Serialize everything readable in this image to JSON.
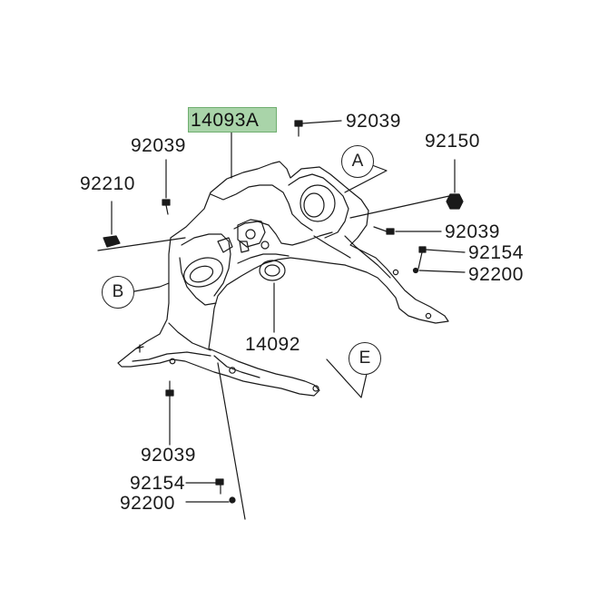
{
  "diagram": {
    "highlight_color": "#a9d4a9",
    "line_color": "#1a1a1a",
    "part_labels": {
      "main_part": "14093A",
      "bolt_top_right": "92039",
      "bolt_top_left": "92039",
      "nut_right": "92150",
      "clip_left": "92210",
      "bolt_right": "92039",
      "stud_right": "92154",
      "washer_right": "92200",
      "grommet": "14092",
      "bolt_bottom": "92039",
      "stud_bottom": "92154",
      "washer_bottom": "92200"
    },
    "callouts": {
      "a": "A",
      "b": "B",
      "e": "E"
    }
  }
}
